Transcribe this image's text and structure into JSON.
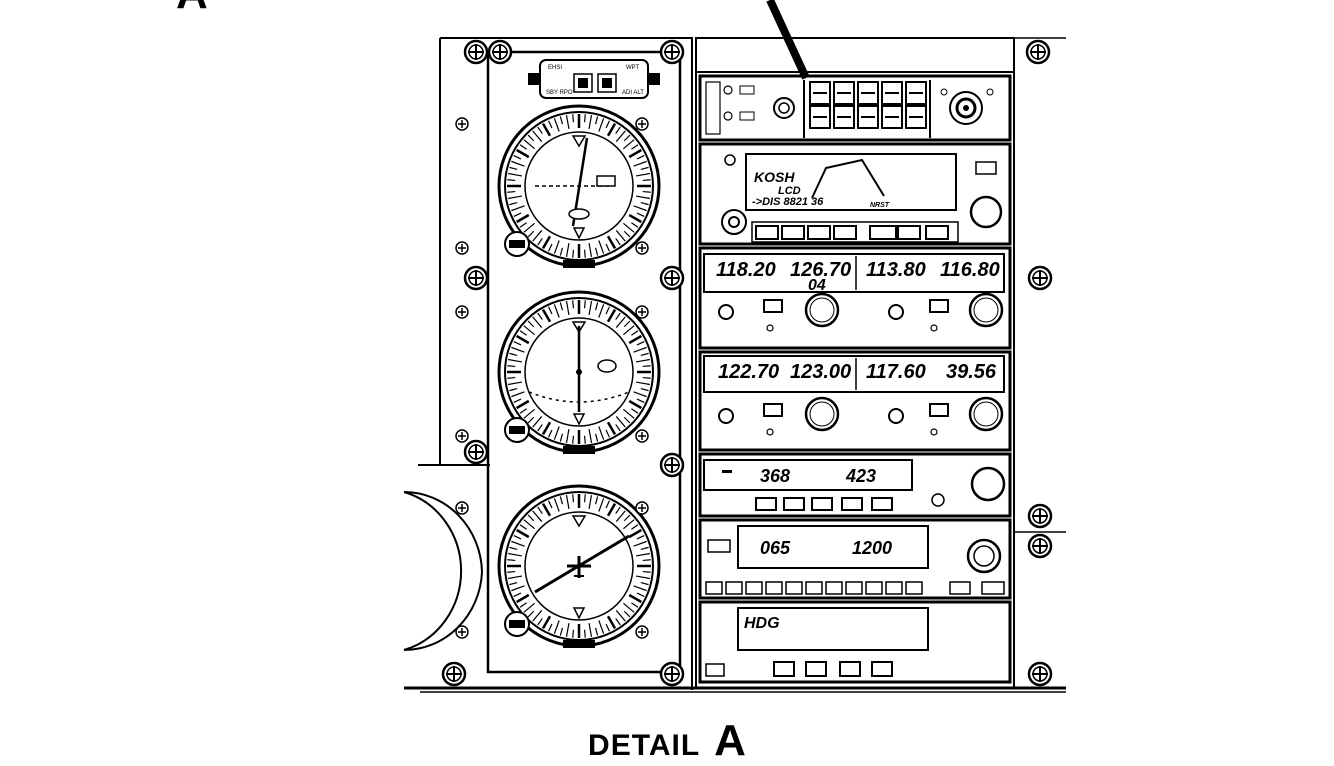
{
  "corner_letter": "A",
  "caption": {
    "word": "DETAIL",
    "letter": "A"
  },
  "selector_labels": {
    "left_top": "EHSI",
    "right_top": "WPT",
    "left_bottom": "SBY RPO",
    "right_bottom": "ADI ALT"
  },
  "gps_screen": {
    "line1": "KOSH",
    "line2": "LCD",
    "line3": "->DIS 8821 36",
    "nav_label": "NRST"
  },
  "comm_nav_1": {
    "com_active": "118.20",
    "com_standby": "126.70",
    "channel": "04",
    "nav_active": "113.80",
    "nav_standby": "116.80"
  },
  "comm_nav_2": {
    "com_active": "122.70",
    "com_standby": "123.00",
    "nav_active": "117.60",
    "nav_standby": "39.56"
  },
  "adf": {
    "active": "368",
    "standby": "423"
  },
  "transponder": {
    "left": "065",
    "right": "1200"
  },
  "autopilot": {
    "mode": "HDG"
  },
  "colors": {
    "ink": "#000000",
    "paper": "#ffffff"
  },
  "icons": [
    "screw-icon",
    "compass-rose-icon",
    "aircraft-symbol-icon",
    "knob-icon"
  ]
}
